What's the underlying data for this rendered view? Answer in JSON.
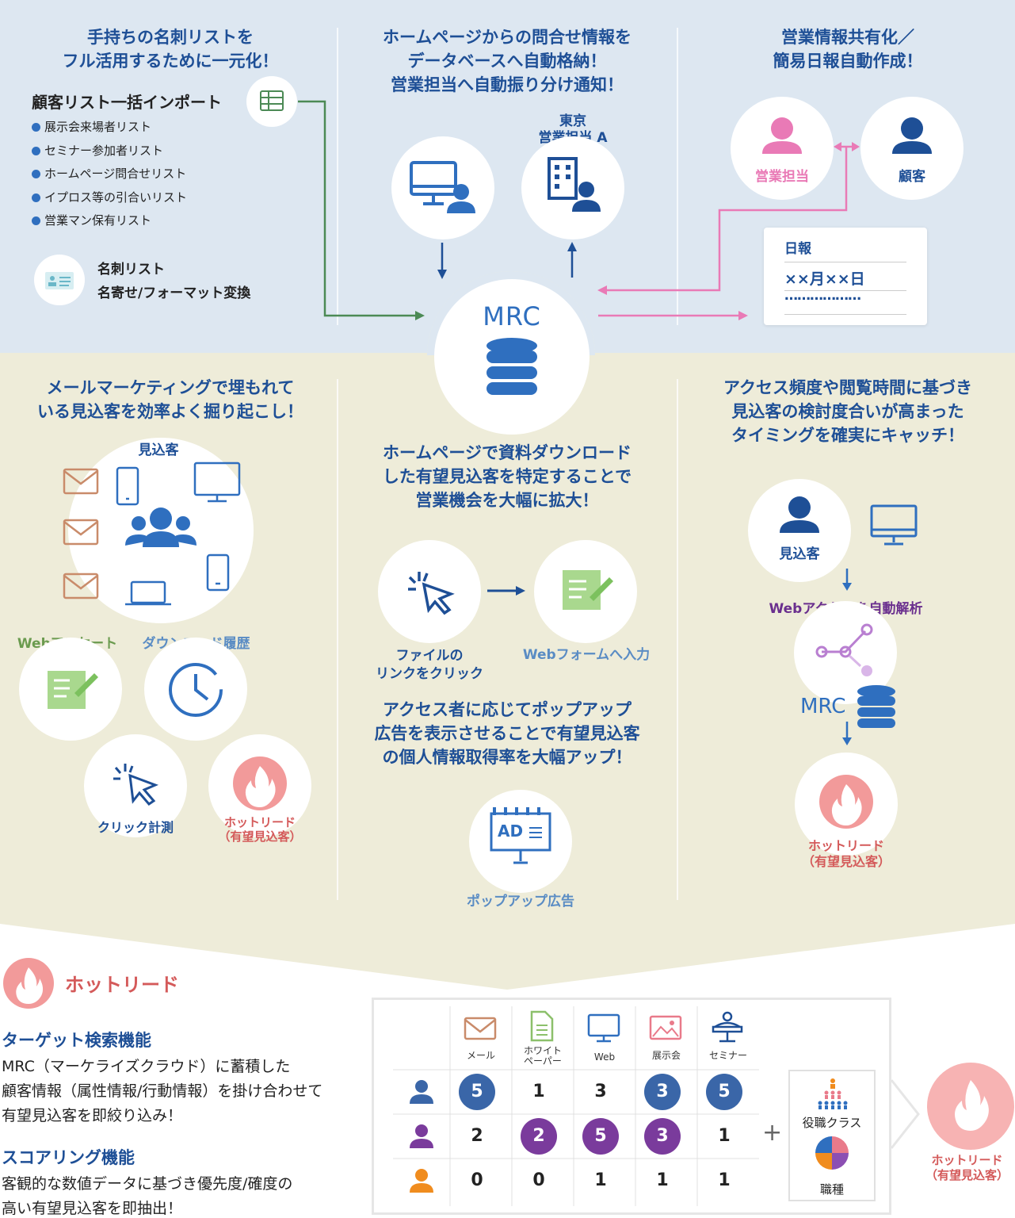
{
  "top": {
    "col1": {
      "heading": "手持ちの名刺リストを\nフル活用するために一元化！",
      "import_title": "顧客リスト一括インポート",
      "list": [
        "展示会来場者リスト",
        "セミナー参加者リスト",
        "ホームページ問合せリスト",
        "イプロス等の引合いリスト",
        "営業マン保有リスト"
      ],
      "card_text": "名刺リスト\n名寄せ/フォーマット変換"
    },
    "col2": {
      "heading": "ホームページからの問合せ情報を\nデータベースへ自動格納！\n営業担当へ自動振り分け通知！",
      "tokyo": "東京\n営業担当 A"
    },
    "col3": {
      "heading": "営業情報共有化／\n簡易日報自動作成！",
      "sales": "営業担当",
      "customer": "顧客",
      "report_title": "日報",
      "report_date": "××月××日",
      "report_dots": "………………"
    },
    "center_logo": "MRC"
  },
  "mid": {
    "col1": {
      "heading": "メールマーケティングで埋もれて\nいる見込客を効率よく掘り起こし！",
      "prospect": "見込客",
      "web_survey": "Webアンケート",
      "download": "ダウンロード履歴",
      "click": "クリック計測",
      "hot": "ホットリード\n（有望見込客）"
    },
    "col2": {
      "heading": "ホームページで資料ダウンロード\nした有望見込客を特定することで\n営業機会を大幅に拡大！",
      "click_file": "ファイルの\nリンクをクリック",
      "web_form": "Webフォームへ入力",
      "heading2": "アクセス者に応じてポップアップ\n広告を表示させることで有望見込客\nの個人情報取得率を大幅アップ！",
      "ad_text": "AD",
      "popup": "ポップアップ広告"
    },
    "col3": {
      "heading": "アクセス頻度や閲覧時間に基づき\n見込客の検討度合いが高まった\nタイミングを確実にキャッチ！",
      "prospect": "見込客",
      "auto": "Webアクセスを自動解析",
      "mrc": "MRC",
      "hot": "ホットリード\n（有望見込客）"
    }
  },
  "bottom": {
    "hot_title": "ホットリード",
    "target_title": "ターゲット検索機能",
    "target_text": "MRC（マーケライズクラウド）に蓄積した\n顧客情報（属性情報/行動情報）を掛け合わせて\n有望見込客を即絞り込み！",
    "scoring_title": "スコアリング機能",
    "scoring_text": "客観的な数値データに基づき優先度/確度の\n高い有望見込客を即抽出！",
    "columns": [
      "メール",
      "ホワイト\nペーパー",
      "Web",
      "展示会",
      "セミナー"
    ],
    "rows": [
      {
        "color": "#3a66a8",
        "values": [
          "5",
          "1",
          "3",
          "3",
          "5"
        ],
        "highlight": [
          true,
          false,
          false,
          true,
          true
        ]
      },
      {
        "color": "#7a3b9c",
        "values": [
          "2",
          "2",
          "5",
          "3",
          "1"
        ],
        "highlight": [
          false,
          true,
          true,
          true,
          false
        ]
      },
      {
        "color": "#f08c1e",
        "values": [
          "0",
          "0",
          "1",
          "1",
          "1"
        ],
        "highlight": [
          false,
          false,
          false,
          false,
          false
        ]
      }
    ],
    "plus": "+",
    "role_class": "役職クラス",
    "job_type": "職種",
    "hot_result": "ホットリード\n（有望見込客）"
  },
  "colors": {
    "navy": "#1e4f96",
    "green": "#4c8a55",
    "pink": "#e97ab6",
    "purple": "#6a2f8e",
    "red": "#d45a5a",
    "bg_top": "#dde7f1",
    "bg_mid": "#eeecd9"
  }
}
